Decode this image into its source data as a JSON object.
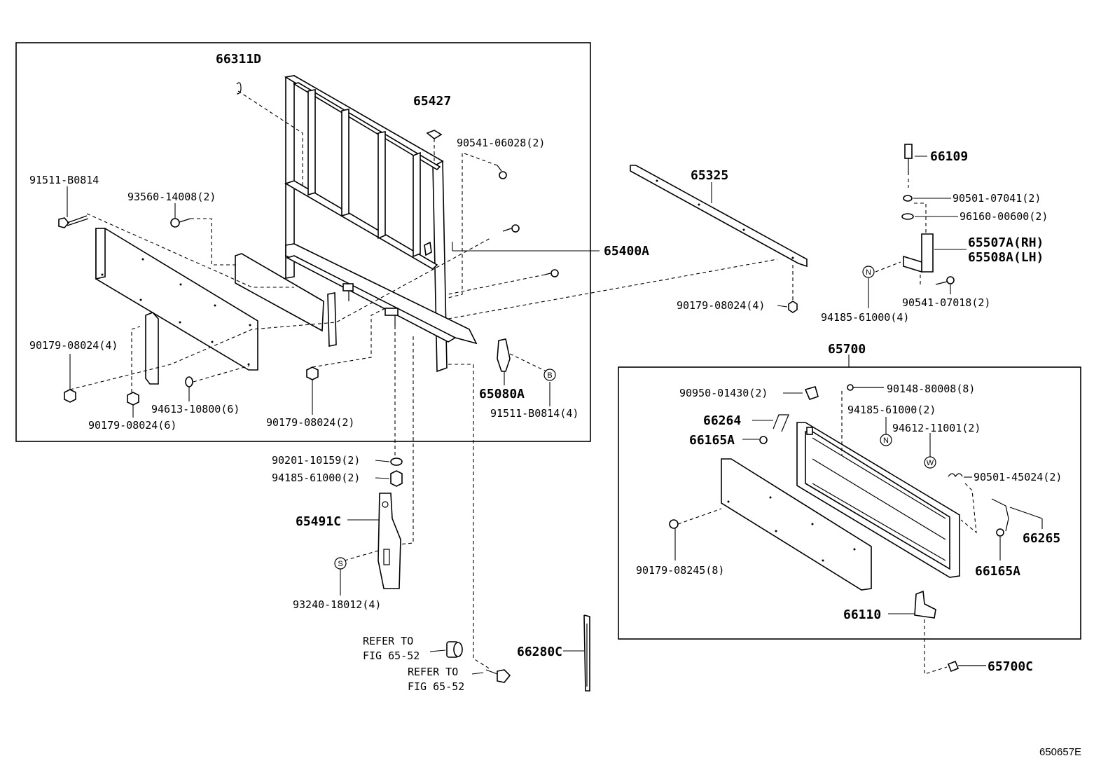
{
  "labels": {
    "p66311D": "66311D",
    "p65427": "65427",
    "p90541_06028": "90541-06028(2)",
    "p91511_B0814": "91511-B0814",
    "p93560_14008": "93560-14008(2)",
    "p65400A": "65400A",
    "p90179_08024_4a": "90179-08024(4)",
    "p90179_08024_6": "90179-08024(6)",
    "p94613_10800": "94613-10800(6)",
    "p90179_08024_2": "90179-08024(2)",
    "p65080A": "65080A",
    "p91511_B0814_4": "91511-B0814(4)",
    "p65325": "65325",
    "p90179_08024_4b": "90179-08024(4)",
    "p66109": "66109",
    "p90501_07041": "90501-07041(2)",
    "p96160_00600": "96160-00600(2)",
    "p65507A": "65507A(RH)",
    "p65508A": "65508A(LH)",
    "p94185_61000_4": "94185-61000(4)",
    "p90541_07018": "90541-07018(2)",
    "p65700": "65700",
    "p90950_01430": "90950-01430(2)",
    "p90148_80008": "90148-80008(8)",
    "p94185_61000_2a": "94185-61000(2)",
    "p94612_11001": "94612-11001(2)",
    "p66264": "66264",
    "p66165A_a": "66165A",
    "p90501_45024": "90501-45024(2)",
    "p66265": "66265",
    "p66165A_b": "66165A",
    "p90179_08245": "90179-08245(8)",
    "p66110": "66110",
    "p65700C": "65700C",
    "p90201_10159": "90201-10159(2)",
    "p94185_61000_2b": "94185-61000(2)",
    "p65491C": "65491C",
    "p93240_18012": "93240-18012(4)",
    "refer1_line1": "REFER TO",
    "refer1_line2": "FIG 65-52",
    "refer2_line1": "REFER TO",
    "refer2_line2": "FIG 65-52",
    "p66280C": "66280C",
    "diagram_code": "650657E"
  },
  "callouts": {
    "b": "B",
    "n1": "N",
    "n2": "N",
    "w": "W",
    "s": "S"
  }
}
